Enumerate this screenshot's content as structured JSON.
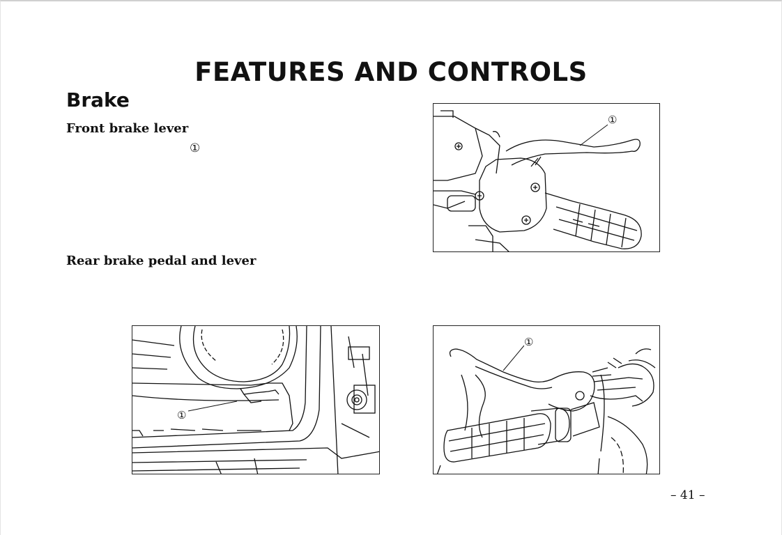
{
  "header": {
    "title": "FEATURES AND CONTROLS"
  },
  "section": {
    "title": "Brake"
  },
  "front": {
    "heading": "Front brake lever",
    "callout": "①"
  },
  "rear": {
    "heading": "Rear brake pedal and lever"
  },
  "figures": {
    "front_lever": {
      "callout": "①"
    },
    "rear_pedal": {
      "callout": "①"
    },
    "rear_lever": {
      "callout": "①"
    }
  },
  "footer": {
    "page_number": "– 41 –"
  }
}
